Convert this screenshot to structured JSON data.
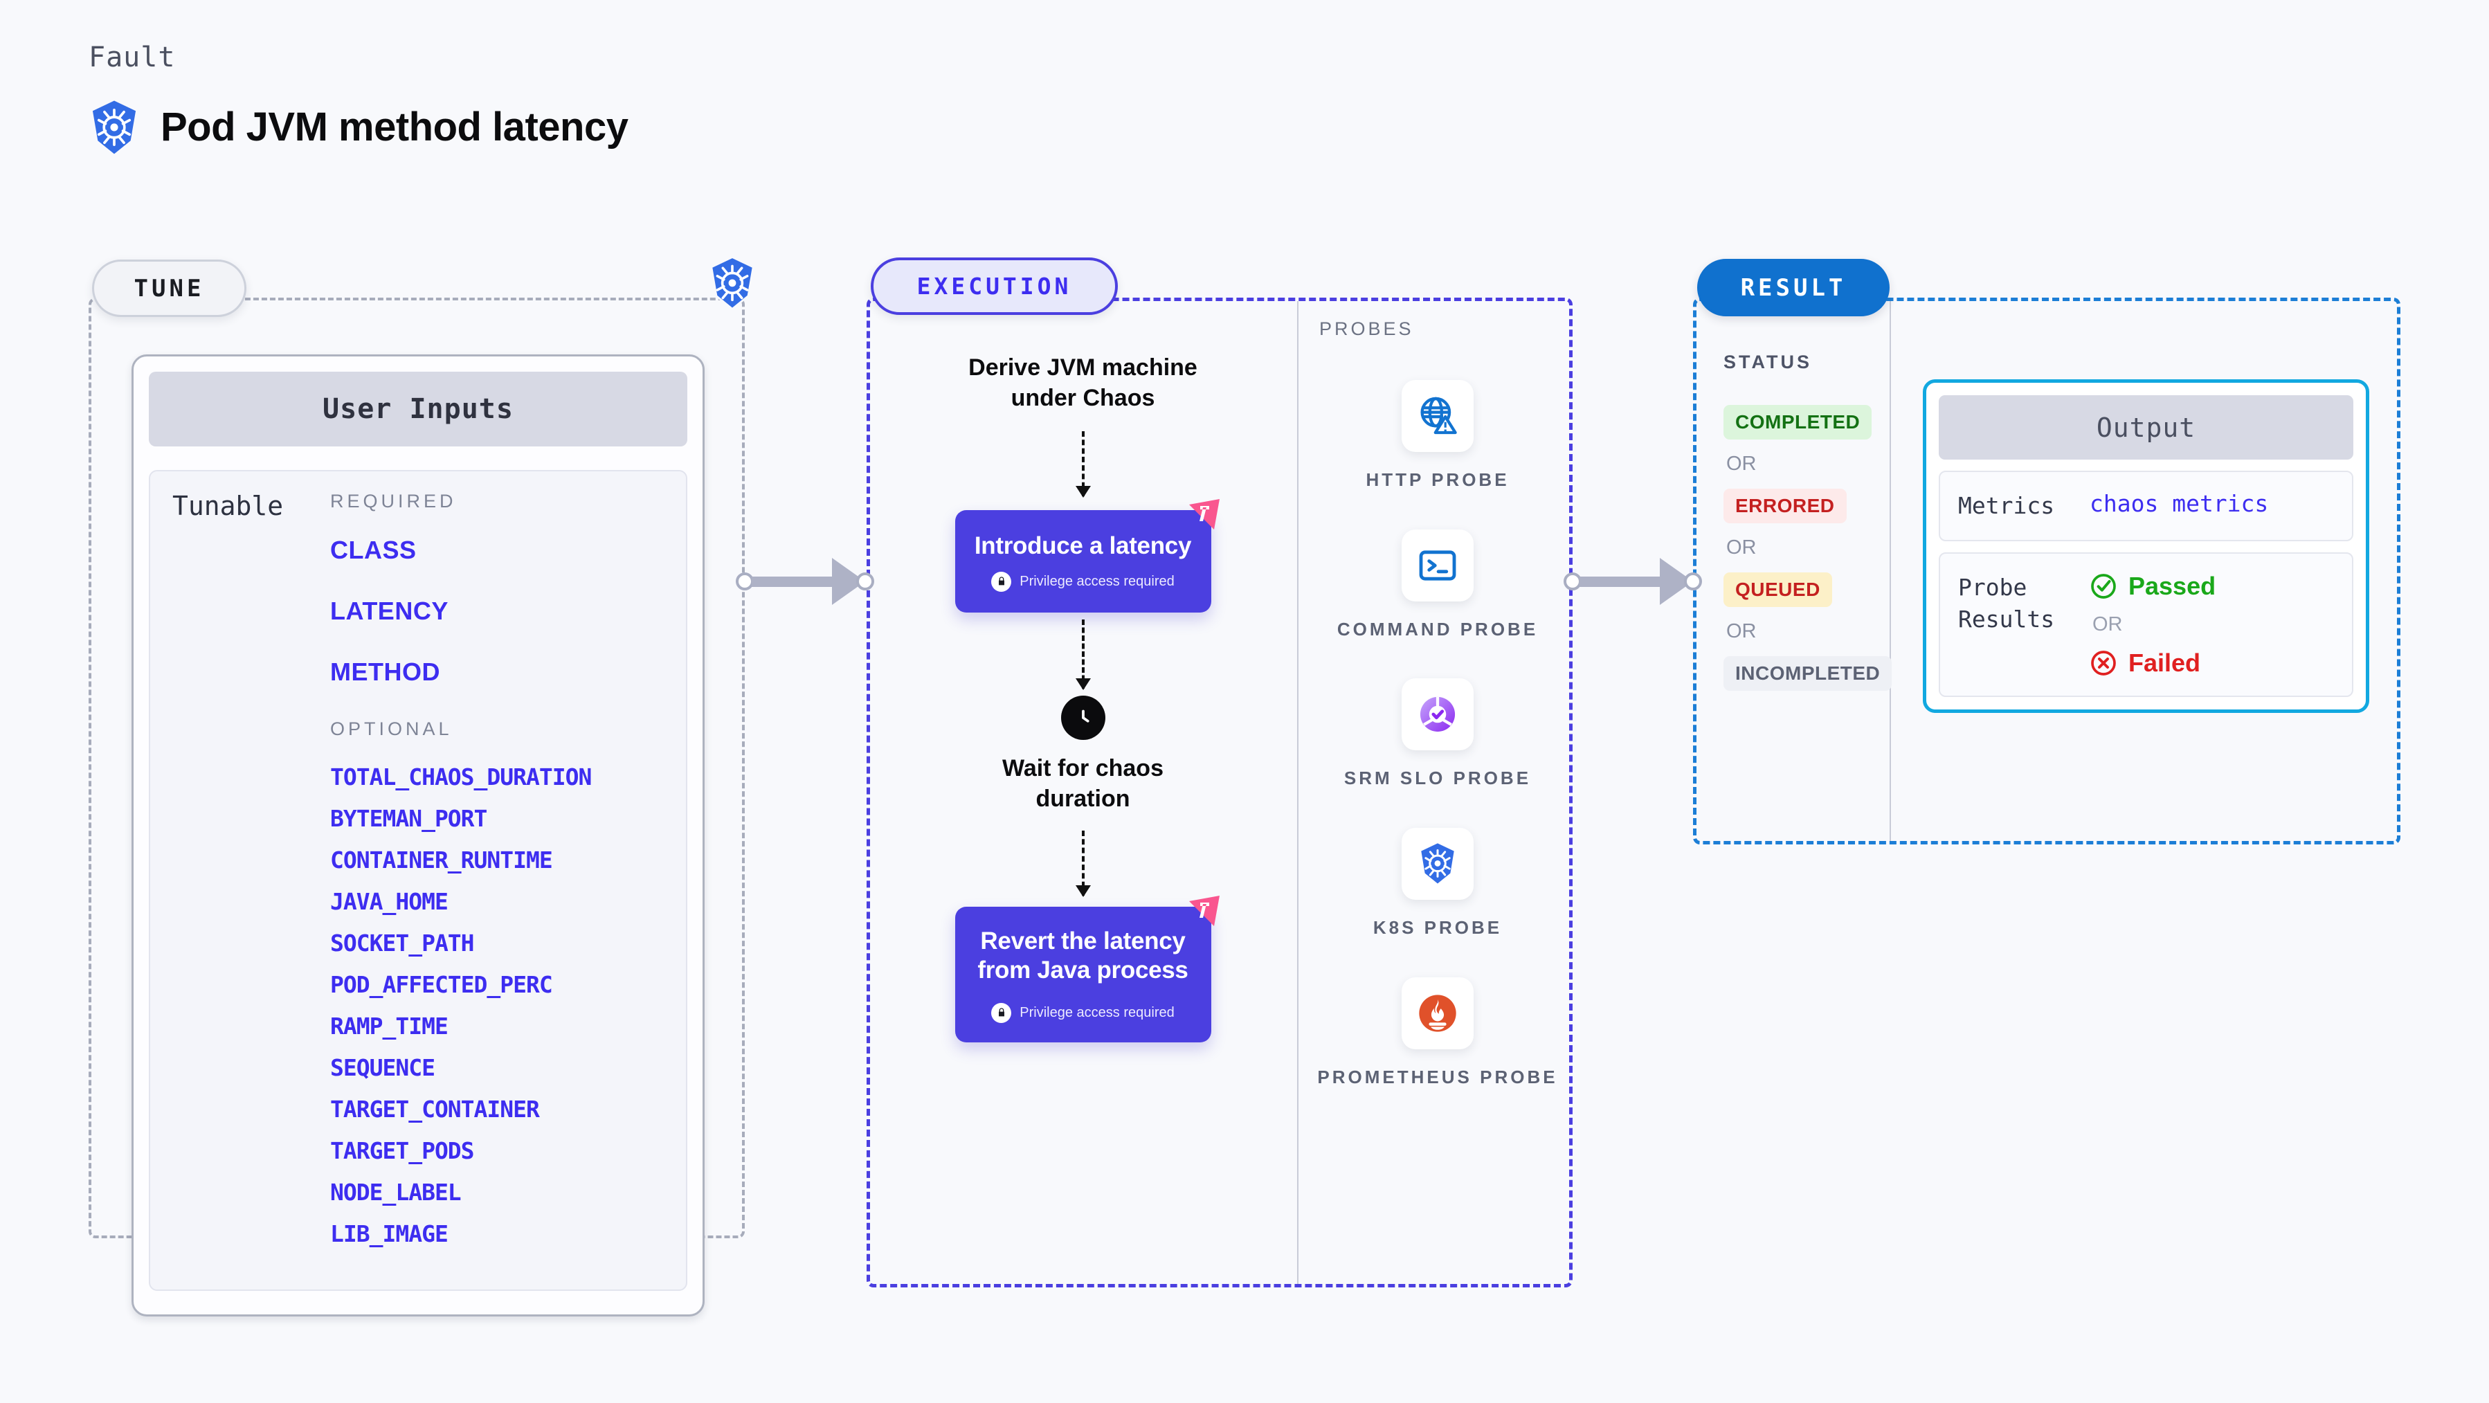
{
  "header": {
    "kicker": "Fault",
    "title": "Pod JVM method latency",
    "icon": "kubernetes-icon"
  },
  "tune": {
    "pill_label": "TUNE",
    "corner_icon": "kubernetes-icon",
    "card_title": "User Inputs",
    "tunable_label": "Tunable",
    "required_heading": "REQUIRED",
    "required": [
      "CLASS",
      "LATENCY",
      "METHOD"
    ],
    "optional_heading": "OPTIONAL",
    "optional": [
      "TOTAL_CHAOS_DURATION",
      "BYTEMAN_PORT",
      "CONTAINER_RUNTIME",
      "JAVA_HOME",
      "SOCKET_PATH",
      "POD_AFFECTED_PERC",
      "RAMP_TIME",
      "SEQUENCE",
      "TARGET_CONTAINER",
      "TARGET_PODS",
      "NODE_LABEL",
      "LIB_IMAGE"
    ]
  },
  "execution": {
    "pill_label": "EXECUTION",
    "step1_title": "Derive JVM machine\nunder Chaos",
    "action1_title": "Introduce a latency",
    "action1_note": "Privilege access required",
    "wait_title": "Wait for chaos\nduration",
    "wait_icon": "clock-icon",
    "action2_title": "Revert the latency\nfrom Java process",
    "action2_note": "Privilege access required",
    "badge_icon": "chaos-badge-icon",
    "lock_icon": "lock-icon"
  },
  "probes": {
    "label": "PROBES",
    "items": [
      {
        "name": "HTTP PROBE",
        "icon": "globe-warning-icon"
      },
      {
        "name": "COMMAND PROBE",
        "icon": "terminal-icon"
      },
      {
        "name": "SRM SLO PROBE",
        "icon": "slo-check-icon"
      },
      {
        "name": "K8S PROBE",
        "icon": "kubernetes-icon"
      },
      {
        "name": "PROMETHEUS PROBE",
        "icon": "prometheus-icon"
      }
    ]
  },
  "result": {
    "pill_label": "RESULT",
    "status_label": "STATUS",
    "or_label": "OR",
    "statuses": [
      {
        "label": "COMPLETED",
        "bg": "#dcf5dc",
        "fg": "#137113"
      },
      {
        "label": "ERRORED",
        "bg": "#fdeaea",
        "fg": "#c42020"
      },
      {
        "label": "QUEUED",
        "bg": "#fcf0c8",
        "fg": "#c42020"
      },
      {
        "label": "INCOMPLETED",
        "bg": "#eef0f5",
        "fg": "#5c6274"
      }
    ],
    "output": {
      "title": "Output",
      "metrics_key": "Metrics",
      "metrics_value": "chaos metrics",
      "probe_key": "Probe\nResults",
      "passed": "Passed",
      "failed": "Failed",
      "or_label": "OR",
      "passed_icon": "check-circle-icon",
      "failed_icon": "x-circle-icon"
    }
  },
  "colors": {
    "accent_purple": "#4b3fe0",
    "k8s_blue": "#326ce5",
    "result_blue": "#1071ce",
    "output_cyan": "#12a8e0",
    "chaos_pink": "#f9568f"
  }
}
